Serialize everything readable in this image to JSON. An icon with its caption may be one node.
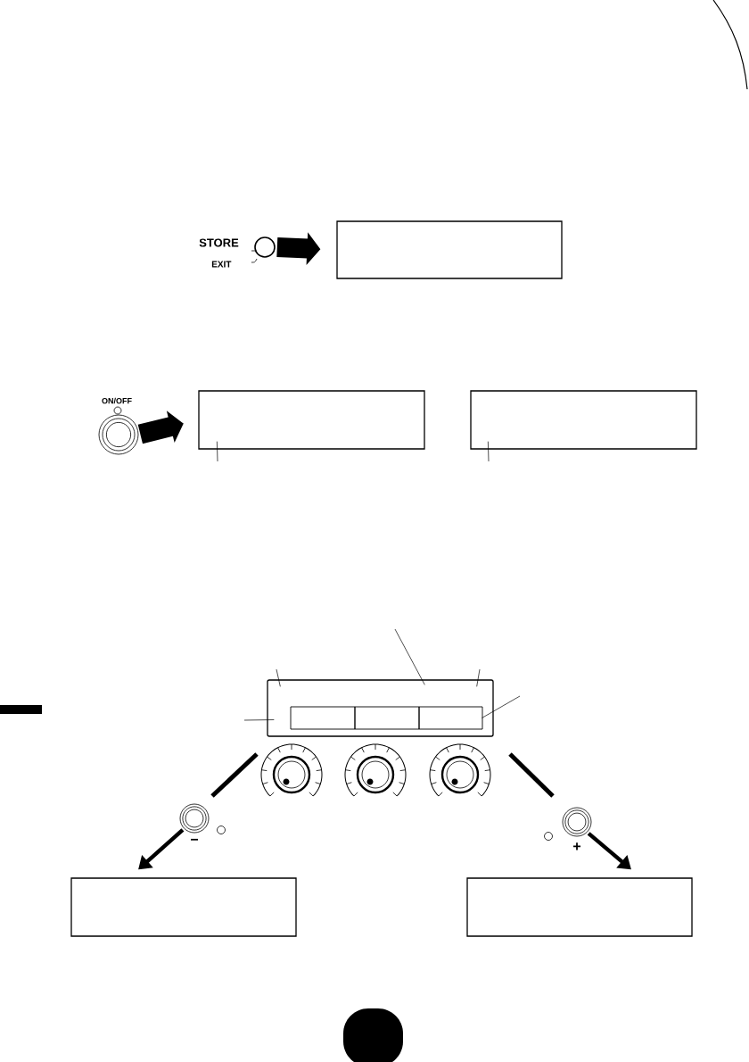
{
  "diagram": {
    "nodes": [
      {
        "text": [],
        "shape": "circle"
      },
      {
        "text": [],
        "shape": "box"
      },
      {
        "text": [],
        "shape": "circle"
      },
      {
        "text": [],
        "shape": "box"
      },
      {
        "text": [],
        "shape": "box"
      },
      {
        "text": [],
        "shape": "box"
      },
      {
        "text": [],
        "shape": "box",
        "in": 5
      },
      {
        "text": [],
        "shape": "box",
        "in": 5
      },
      {
        "text": [],
        "shape": "box",
        "in": 5
      },
      {
        "text": [],
        "shape": "knob"
      },
      {
        "text": [],
        "shape": "knob"
      },
      {
        "text": [],
        "shape": "knob"
      },
      {
        "text": [],
        "shape": "circle"
      },
      {
        "text": [],
        "shape": "circle"
      },
      {
        "text": [],
        "shape": "box"
      },
      {
        "text": [],
        "shape": "box"
      }
    ],
    "edges": [
      {
        "from": 0,
        "to": 1,
        "arrow": "to",
        "style": "thick"
      },
      {
        "from": 2,
        "to": 3,
        "arrow": "to",
        "style": "thick"
      },
      {
        "from": 12,
        "to": 14,
        "arrow": "to",
        "style": "thick"
      },
      {
        "from": 13,
        "to": 15,
        "arrow": "to",
        "style": "thick"
      },
      {
        "from": 3,
        "to": null,
        "arrow": "none"
      },
      {
        "from": 4,
        "to": null,
        "arrow": "none"
      },
      {
        "from": 5,
        "to": null,
        "arrow": "none"
      },
      {
        "from": 5,
        "to": null,
        "arrow": "none"
      },
      {
        "from": 5,
        "to": null,
        "arrow": "none"
      },
      {
        "from": 8,
        "to": null,
        "arrow": "none"
      },
      {
        "from": 5,
        "to": null,
        "arrow": "none"
      }
    ],
    "labels": [
      "STORE",
      "EXIT",
      "ON/OFF",
      "−",
      "+"
    ]
  }
}
